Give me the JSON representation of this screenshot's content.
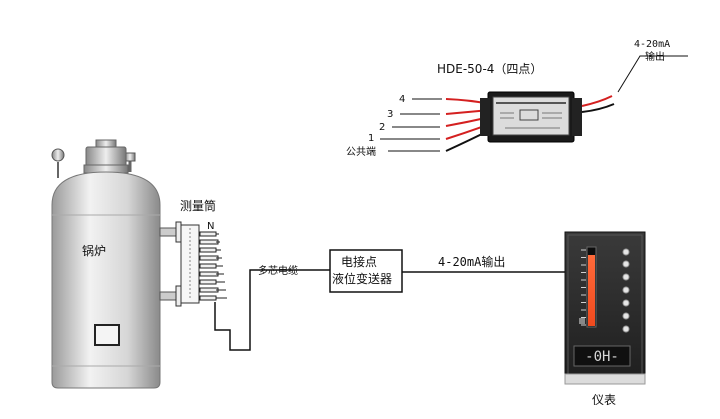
{
  "boiler": {
    "label": "锅炉"
  },
  "measuring_tube": {
    "label": "测量筒",
    "marker": "N"
  },
  "cable": {
    "label": "多芯电缆"
  },
  "transmitter": {
    "line1": "电接点",
    "line2": "液位变送器"
  },
  "signal_line": {
    "label": "4-20mA输出"
  },
  "module": {
    "title": "HDE-50-4（四点）",
    "inputs": [
      "4",
      "3",
      "2",
      "1",
      "公共端"
    ],
    "output_line1": "4-20mA",
    "output_line2": "输出"
  },
  "instrument": {
    "label": "仪表",
    "display": "-0H-"
  },
  "colors": {
    "line": "#111111",
    "wire_red": "#d42020",
    "module_body": "#1a1a1a",
    "panel": "#2b2b2b"
  }
}
